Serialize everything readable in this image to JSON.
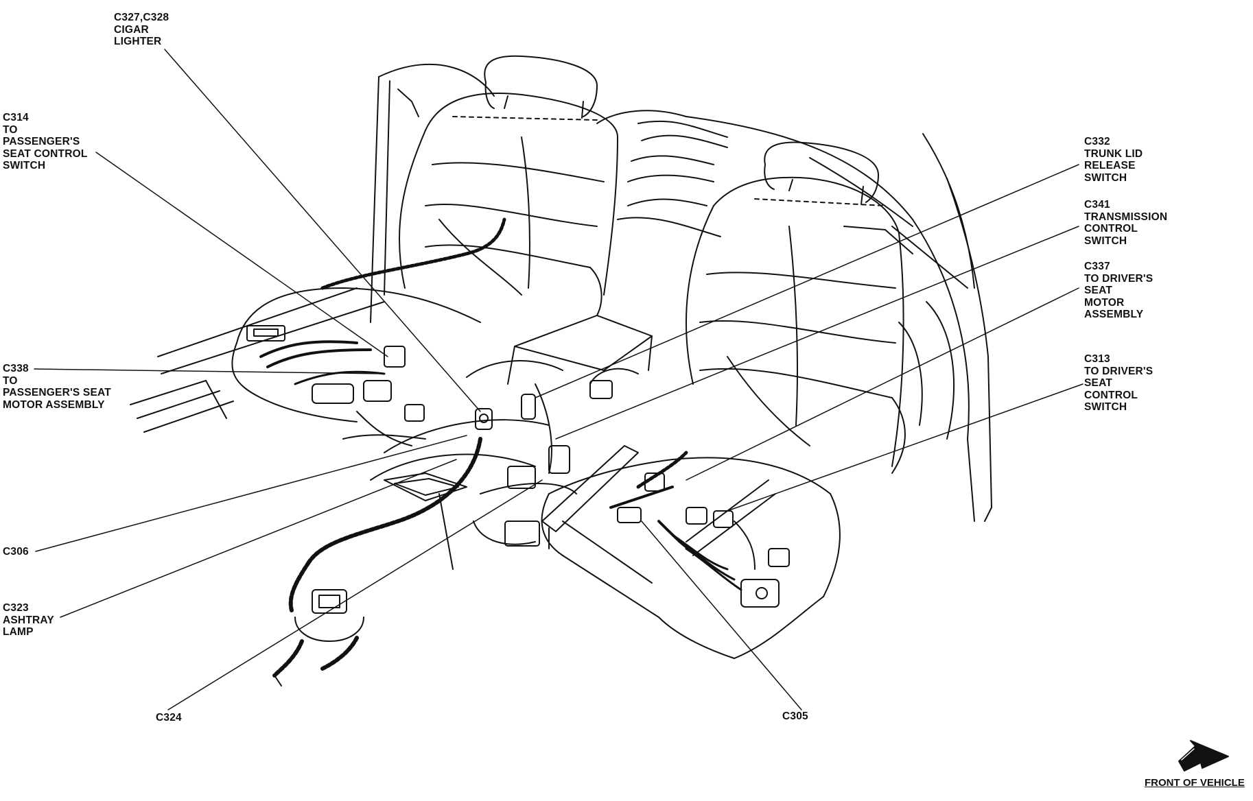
{
  "labels": {
    "c327": [
      "C327,C328",
      "CIGAR",
      "LIGHTER"
    ],
    "c314": [
      "C314",
      "TO",
      "PASSENGER'S",
      "SEAT CONTROL",
      "SWITCH"
    ],
    "c338": [
      "C338",
      "TO",
      "PASSENGER'S SEAT",
      "MOTOR ASSEMBLY"
    ],
    "c306": [
      "C306"
    ],
    "c323": [
      "C323",
      "ASHTRAY",
      "LAMP"
    ],
    "c324": [
      "C324"
    ],
    "c305": [
      "C305"
    ],
    "c332": [
      "C332",
      "TRUNK LID",
      "RELEASE",
      "SWITCH"
    ],
    "c341": [
      "C341",
      "TRANSMISSION",
      "CONTROL",
      "SWITCH"
    ],
    "c337": [
      "C337",
      "TO DRIVER'S",
      "SEAT",
      "MOTOR",
      "ASSEMBLY"
    ],
    "c313": [
      "C313",
      "TO DRIVER'S",
      "SEAT",
      "CONTROL",
      "SWITCH"
    ]
  },
  "front_label": "FRONT OF VEHICLE",
  "icons": {
    "front_arrow": "arrow-icon"
  }
}
